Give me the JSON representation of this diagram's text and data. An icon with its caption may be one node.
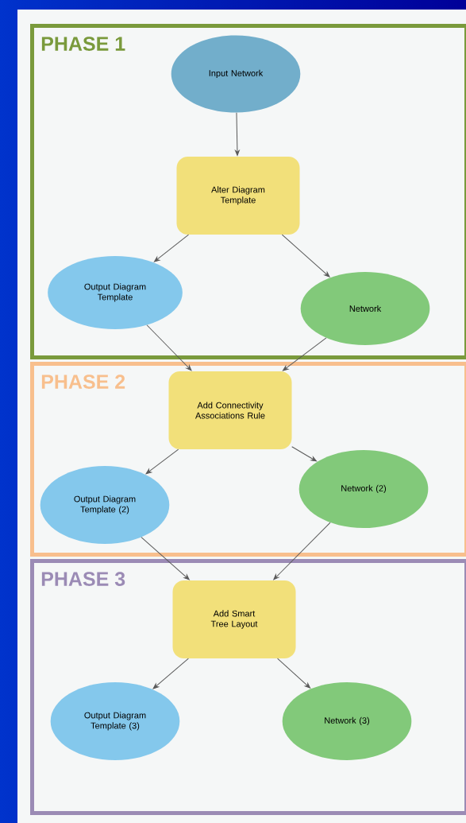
{
  "diagram": {
    "nodes": [
      {
        "text": [
          "PHASE 1"
        ]
      },
      {
        "text": [
          "Input Network"
        ],
        "in": 0
      },
      {
        "text": [
          "Alter Diagram Template"
        ],
        "in": 0
      },
      {
        "text": [
          "Output Diagram Template"
        ],
        "in": 0
      },
      {
        "text": [
          "Network"
        ],
        "in": 0
      },
      {
        "text": [
          "PHASE 2"
        ]
      },
      {
        "text": [
          "Add Connectivity Associations Rule"
        ],
        "in": 5
      },
      {
        "text": [
          "Output Diagram Template (2)"
        ],
        "in": 5
      },
      {
        "text": [
          "Network (2)"
        ],
        "in": 5
      },
      {
        "text": [
          "PHASE 3"
        ]
      },
      {
        "text": [
          "Add Smart Tree Layout"
        ],
        "in": 9
      },
      {
        "text": [
          "Output Diagram Template (3)"
        ],
        "in": 9
      },
      {
        "text": [
          "Network (3)"
        ],
        "in": 9
      }
    ],
    "edges": [
      {
        "from": 1,
        "to": 2,
        "arrow": "to"
      },
      {
        "from": 2,
        "to": 3,
        "arrow": "to"
      },
      {
        "from": 2,
        "to": 4,
        "arrow": "to"
      },
      {
        "from": 3,
        "to": 6,
        "arrow": "to"
      },
      {
        "from": 4,
        "to": 6,
        "arrow": "to"
      },
      {
        "from": 6,
        "to": 7,
        "arrow": "to"
      },
      {
        "from": 6,
        "to": 8,
        "arrow": "to"
      },
      {
        "from": 7,
        "to": 10,
        "arrow": "to"
      },
      {
        "from": 8,
        "to": 10,
        "arrow": "to"
      },
      {
        "from": 10,
        "to": 11,
        "arrow": "to"
      },
      {
        "from": 10,
        "to": 12,
        "arrow": "to"
      }
    ]
  }
}
